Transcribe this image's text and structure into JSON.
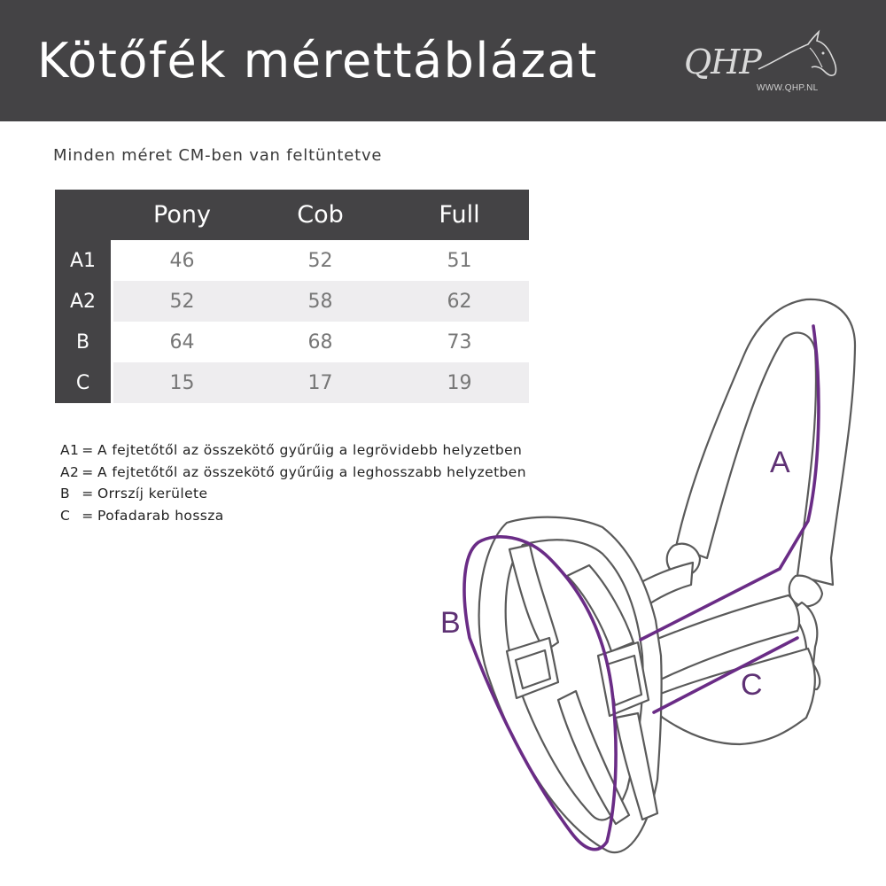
{
  "header": {
    "title": "Kötőfék mérettáblázat",
    "logo_text": "QHP",
    "logo_url": "WWW.QHP.NL"
  },
  "subtitle": "Minden méret CM-ben van feltüntetve",
  "table": {
    "columns": [
      "Pony",
      "Cob",
      "Full"
    ],
    "rows": [
      {
        "label": "A1",
        "values": [
          "46",
          "52",
          "51"
        ]
      },
      {
        "label": "A2",
        "values": [
          "52",
          "58",
          "62"
        ]
      },
      {
        "label": "B",
        "values": [
          "64",
          "68",
          "73"
        ]
      },
      {
        "label": "C",
        "values": [
          "15",
          "17",
          "19"
        ]
      }
    ]
  },
  "legend": [
    {
      "key": "A1",
      "sep": "=",
      "text": "A fejtetőtől az összekötő gyűrűig a legrövidebb helyzetben"
    },
    {
      "key": "A2",
      "sep": "=",
      "text": "A fejtetőtől az összekötő gyűrűig a leghosszabb helyzetben"
    },
    {
      "key": "B",
      "sep": "=",
      "text": "Orrszíj kerülete"
    },
    {
      "key": "C",
      "sep": "=",
      "text": "Pofadarab hossza"
    }
  ],
  "diagram": {
    "labels": {
      "a": "A",
      "b": "B",
      "c": "C"
    },
    "accent_color": "#6a2c86",
    "outline_color": "#5a5a5a"
  }
}
